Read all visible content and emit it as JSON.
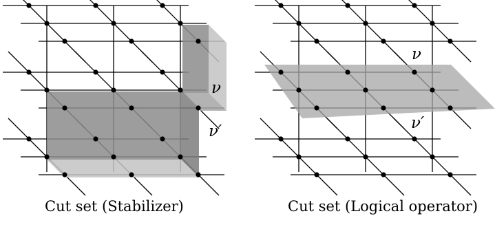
{
  "diagrams": [
    {
      "caption": "Cut set (Stabilizer)",
      "labels": {
        "upper": "ν",
        "lower": "ν′"
      }
    },
    {
      "caption": "Cut set (Logical operator)",
      "labels": {
        "upper": "ν",
        "lower": "ν′"
      }
    }
  ],
  "colors": {
    "line": "#000000",
    "node": "#000000",
    "cut_dark": "#8c8c8c",
    "cut_mid": "#a6a6a6",
    "cut_light": "#c4c4c4"
  }
}
